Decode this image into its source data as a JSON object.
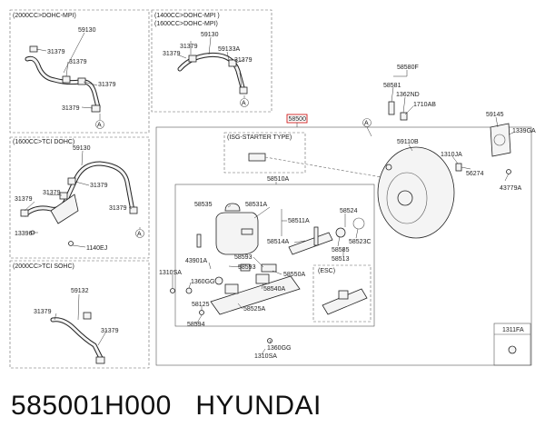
{
  "caption": "585001H000   HYUNDAI",
  "highlight_color": "#cc0000",
  "panels": {
    "p1": {
      "title": "(2000CC>DOHC-MPI)",
      "labels": [
        "59130",
        "31379",
        "31379",
        "31379",
        "31379"
      ],
      "ref": "A"
    },
    "p2": {
      "title_1": "(1400CC>DOHC-MPI )",
      "title_2": "(1600CC>DOHC-MPI)",
      "labels": [
        "59130",
        "59133A",
        "31379",
        "31379",
        "31379"
      ],
      "ref": "A"
    },
    "p3": {
      "title": "(1600CC>TCI DOHC)",
      "labels": [
        "59130",
        "31379",
        "31379",
        "31379",
        "31379",
        "13396",
        "1140EJ"
      ],
      "ref": "A"
    },
    "p4": {
      "title": "(2000CC>TCI SOHC)",
      "labels": [
        "59132",
        "31379",
        "31379"
      ]
    }
  },
  "main": {
    "assembly_label": "58500",
    "ref": "A",
    "isg_title": "(ISG-STARTER TYPE)",
    "esc_title": "(ESC)",
    "small_box_label": "1311FA",
    "labels": {
      "l58580F": "58580F",
      "l58581": "58581",
      "l1362ND": "1362ND",
      "l1710AB": "1710AB",
      "l59145": "59145",
      "l1339GA": "1339GA",
      "l59110B": "59110B",
      "l1310JA": "1310JA",
      "l56274": "56274",
      "l43779A": "43779A",
      "l58510A": "58510A",
      "l58535": "58535",
      "l58531A": "58531A",
      "l58511A": "58511A",
      "l58524": "58524",
      "l58514A": "58514A",
      "l58585": "58585",
      "l58523C": "58523C",
      "l58513": "58513",
      "l43901A": "43901A",
      "l58593a": "58593",
      "l58593b": "58593",
      "l1310SAa": "1310SA",
      "l1360GGa": "1360GG",
      "l58550A": "58550A",
      "l58540A": "58540A",
      "l58125": "58125",
      "l58525A": "58525A",
      "l58594": "58594",
      "l1360GGb": "1360GG",
      "l1310SAb": "1310SA"
    }
  }
}
